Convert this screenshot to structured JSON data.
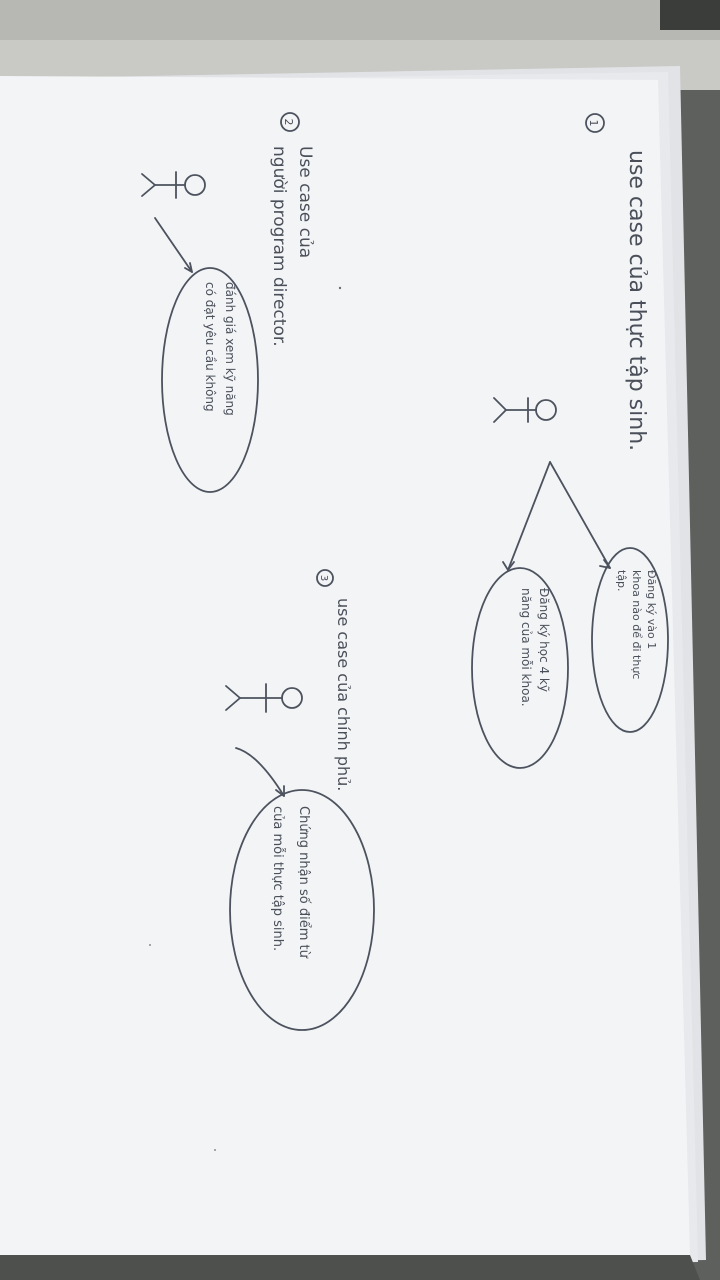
{
  "photo": {
    "description_colors": {
      "desk": "#6b6d6a",
      "paper": "#f2f3f5",
      "ink": "#4c525e"
    }
  },
  "notes": [
    {
      "marker": "1",
      "heading": "use case của thực tập sinh.",
      "bubbles": [
        {
          "lines": [
            "Đăng ký vào 1",
            "khoa nào để đi thực",
            "tập."
          ]
        },
        {
          "lines": [
            "Đăng ký học 4 kỹ",
            "năng của mỗi khoa."
          ]
        }
      ]
    },
    {
      "marker": "2",
      "heading_lines": [
        "Use case của",
        "người program director."
      ],
      "bubbles": [
        {
          "lines": [
            "đánh giá xem kỹ năng",
            "có đạt yêu cầu không"
          ]
        }
      ]
    },
    {
      "marker": "3",
      "heading": "use case của chính phủ.",
      "bubbles": [
        {
          "lines": [
            "Chứng nhận số điểm từ",
            "của mỗi thực tập sinh."
          ]
        }
      ]
    }
  ]
}
